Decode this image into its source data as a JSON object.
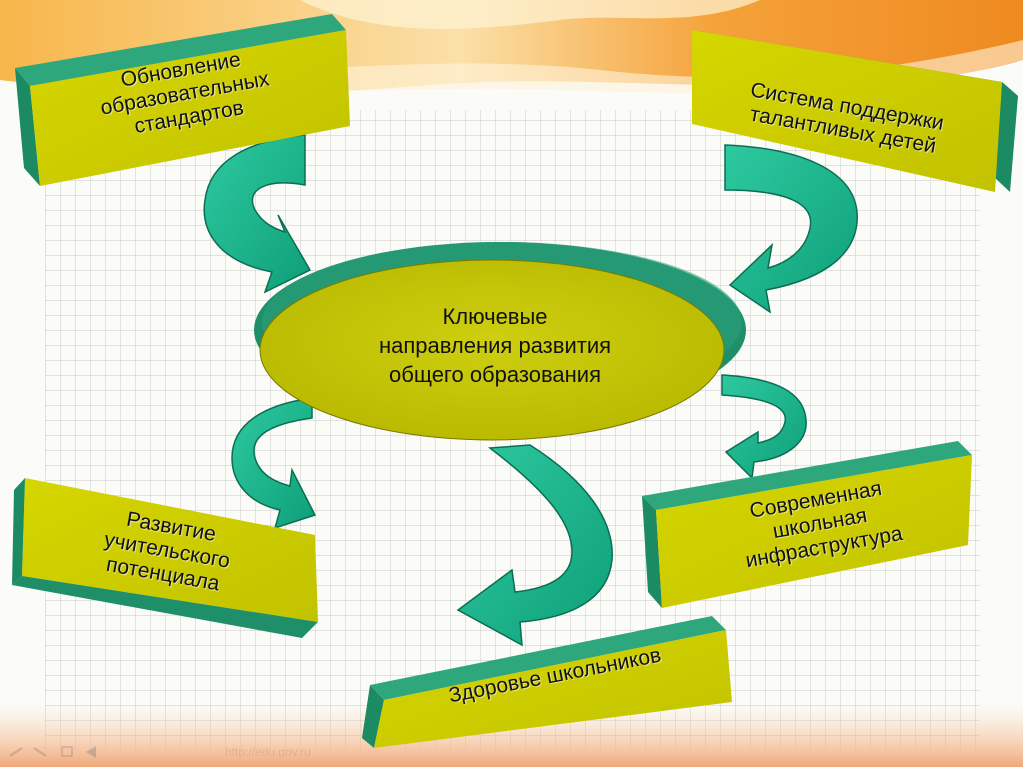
{
  "center": {
    "lines": [
      "Ключевые",
      "направления развития",
      "общего образования"
    ]
  },
  "boxes": {
    "standards": {
      "lines": [
        "Обновление",
        "образовательных",
        "стандартов"
      ]
    },
    "talent": {
      "lines": [
        "Система поддержки",
        "талантливых детей"
      ]
    },
    "teachers": {
      "lines": [
        "Развитие",
        "учительского",
        "потенциала"
      ]
    },
    "infrastructure": {
      "lines": [
        "Современная",
        "школьная",
        "инфраструктура"
      ]
    },
    "health": {
      "lines": [
        "Здоровье школьников"
      ]
    }
  },
  "footer": {
    "url": "http://edu.gov.ru"
  },
  "colors": {
    "box_face": "#cccc00",
    "box_side": "#1f8f6a",
    "ellipse": "#c3c300",
    "arrow": "#14b38a",
    "grid": "#c8c8c8",
    "banner": "#f0a030"
  }
}
